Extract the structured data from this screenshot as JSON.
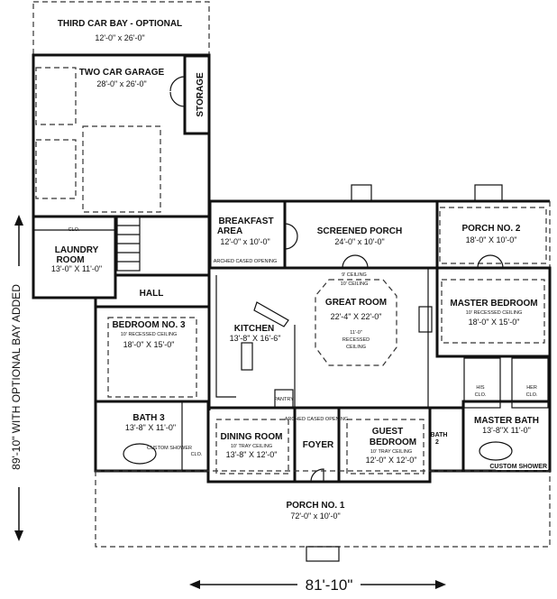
{
  "rooms": {
    "third_bay": {
      "name": "THIRD CAR BAY - OPTIONAL",
      "size": "12'-0\" x 26'-0\""
    },
    "garage": {
      "name": "TWO CAR GARAGE",
      "size": "28'-0\" x 26'-0\""
    },
    "storage": {
      "name": "STORAGE"
    },
    "breakfast": {
      "name1": "BREAKFAST",
      "name2": "AREA",
      "size": "12'-0\" x 10'-0\"",
      "note": "ARCHED CASED OPENING"
    },
    "screened_porch": {
      "name": "SCREENED PORCH",
      "size": "24'-0\" x 10'-0\""
    },
    "porch2": {
      "name": "PORCH NO. 2",
      "size": "18'-0\" X 10'-0\""
    },
    "laundry": {
      "name1": "LAUNDRY",
      "name2": "ROOM",
      "size": "13'-0\" X 11'-0\"",
      "closet": "CLO."
    },
    "hall": {
      "name": "HALL"
    },
    "great_room": {
      "name": "GREAT ROOM",
      "size": "22'-4\" X 22'-0\"",
      "ceiling1": "9' CEILING",
      "ceiling2": "10' CEILING",
      "recess1": "11'-0\"",
      "recess2": "RECESSED",
      "recess3": "CEILING"
    },
    "kitchen": {
      "name": "KITCHEN",
      "size": "13'-8\" X 16'-6\"",
      "pantry": "PANTRY"
    },
    "master_bedroom": {
      "name": "MASTER BEDROOM",
      "ceiling": "10' RECESSED CEILING",
      "size": "18'-0\" X 15'-0\""
    },
    "bedroom3": {
      "name": "BEDROOM NO. 3",
      "ceiling": "10' RECESSED CEILING",
      "size": "18'-0\" X 15'-0\""
    },
    "bath3": {
      "name": "BATH 3",
      "size": "13'-8\" X 11'-0\"",
      "closet": "CLO.",
      "shower": "CUSTOM SHOWER"
    },
    "his_closet": {
      "name1": "HIS",
      "name2": "CLO."
    },
    "her_closet": {
      "name1": "HER",
      "name2": "CLO."
    },
    "dining": {
      "name": "DINING ROOM",
      "ceiling": "10' TRAY CEILING",
      "size": "13'-8\" X 12'-0\""
    },
    "foyer": {
      "name": "FOYER",
      "note": "ARCHED CASED OPENING"
    },
    "guest": {
      "name1": "GUEST",
      "name2": "BEDROOM",
      "ceiling": "10' TRAY CEILING",
      "size": "12'-0\" X 12'-0\""
    },
    "bath2": {
      "name1": "BATH",
      "name2": "2"
    },
    "master_bath": {
      "name": "MASTER BATH",
      "size": "13'-8\"X 11'-0\"",
      "shower": "CUSTOM SHOWER"
    },
    "porch1": {
      "name": "PORCH NO. 1",
      "size": "72'-0\" x 10'-0\""
    }
  },
  "dimensions": {
    "width": "81'-10\"",
    "depth": "89'-10\" WITH OPTIONAL BAY ADDED"
  }
}
